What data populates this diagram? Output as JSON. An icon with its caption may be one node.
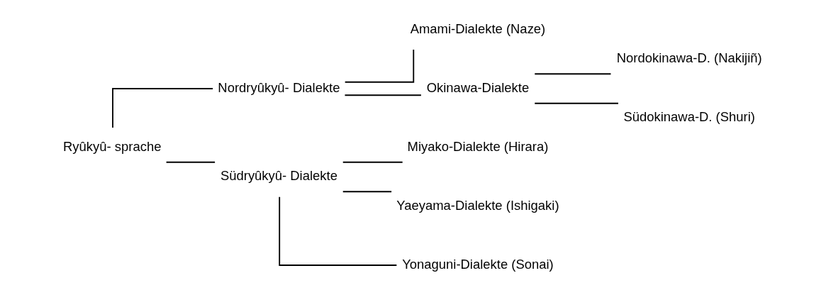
{
  "diagram": {
    "nodes": [
      {
        "text": [
          "Ryûkyû- sprache"
        ]
      },
      {
        "text": [
          "Nordryûkyû- Dialekte"
        ]
      },
      {
        "text": [
          "Südryûkyû- Dialekte"
        ]
      },
      {
        "text": [
          "Amami-Dialekte (Naze)"
        ]
      },
      {
        "text": [
          "Okinawa-Dialekte"
        ]
      },
      {
        "text": [
          "Nordokinawa-D. (Nakijiñ)"
        ]
      },
      {
        "text": [
          "Südokinawa-D. (Shuri)"
        ]
      },
      {
        "text": [
          "Miyako-Dialekte (Hirara)"
        ]
      },
      {
        "text": [
          "Yaeyama-Dialekte (Ishigaki)"
        ]
      },
      {
        "text": [
          "Yonaguni-Dialekte (Sonai)"
        ]
      }
    ],
    "edges": [
      {
        "from": 0,
        "to": 1,
        "arrow": "none"
      },
      {
        "from": 0,
        "to": 2,
        "arrow": "none"
      },
      {
        "from": 1,
        "to": 3,
        "arrow": "none"
      },
      {
        "from": 1,
        "to": 4,
        "arrow": "none"
      },
      {
        "from": 4,
        "to": 5,
        "arrow": "none"
      },
      {
        "from": 4,
        "to": 6,
        "arrow": "none"
      },
      {
        "from": 2,
        "to": 7,
        "arrow": "none"
      },
      {
        "from": 2,
        "to": 8,
        "arrow": "none"
      },
      {
        "from": 2,
        "to": 9,
        "arrow": "none"
      }
    ]
  }
}
